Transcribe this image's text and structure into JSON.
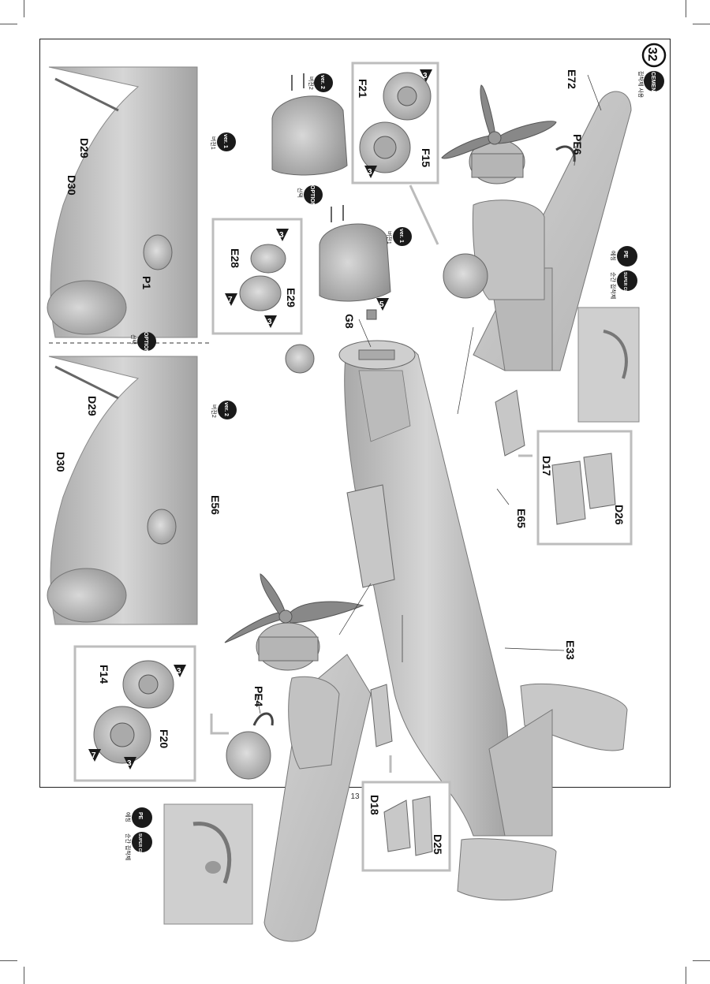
{
  "page": {
    "number": "13"
  },
  "step": {
    "number": "32",
    "cement_badge": "CEMENT",
    "cement_caption": "접착제 사용"
  },
  "pe_notes": {
    "pe_badge": "PE",
    "pe_caption": "에칭",
    "glue_badge": "SUPER CEMENT",
    "glue_caption": "순간 접착제"
  },
  "versions": {
    "ver1": "ver. 1",
    "ver1_caption": "버전1",
    "ver2": "ver. 2",
    "ver2_caption": "버전2",
    "option": "OPTION",
    "option_caption": "선택"
  },
  "labels": {
    "E72": "E72",
    "PE6": "PE6",
    "F21": "F21",
    "F15": "F15",
    "E28": "E28",
    "E29": "E29",
    "G8": "G8",
    "D17": "D17",
    "D26": "D26",
    "E65": "E65",
    "E33": "E33",
    "D29": "D29",
    "D30": "D30",
    "P1": "P1",
    "E56": "E56",
    "F14": "F14",
    "F20": "F20",
    "PE4": "PE4",
    "D18": "D18",
    "D25": "D25"
  },
  "tri_numbers": {
    "three": "3",
    "seven": "7",
    "five": "5"
  },
  "colors": {
    "part_gray": "#c4c4c4",
    "shade": "#9a9a9a",
    "badge": "#1a1a1a",
    "box": "#bdbdbd"
  }
}
